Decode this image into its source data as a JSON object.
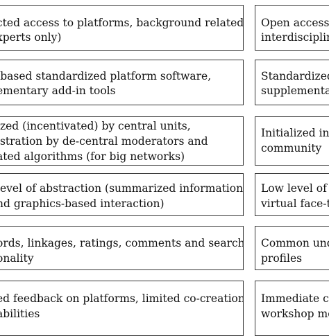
{
  "left_column": [
    {
      "lines": [
        "cted access to platforms, background related",
        "xperts only)"
      ]
    },
    {
      "lines": [
        "-based standardized platform software,",
        "ementary add-in tools"
      ]
    },
    {
      "lines": [
        "ized (incentivated) by central units,",
        "istration by de-central moderators and",
        "ated algorithms (for big networks)"
      ]
    },
    {
      "lines": [
        "level of abstraction (summarized information,",
        "nd graphics-based interaction)"
      ]
    },
    {
      "lines": [
        "ords, linkages, ratings, comments and search",
        "onality"
      ]
    },
    {
      "lines": [
        "ed feedback on platforms, limited co-creation",
        "abilities"
      ]
    }
  ],
  "right_column": [
    {
      "lines": [
        "Open access,",
        "interdisciplin"
      ]
    },
    {
      "lines": [
        "Standardized",
        "supplementar"
      ]
    },
    {
      "lines": [
        "Initialized in",
        "community"
      ]
    },
    {
      "lines": [
        "Low level of",
        "virtual face-to"
      ]
    },
    {
      "lines": [
        "Common und",
        "profiles"
      ]
    },
    {
      "lines": [
        "Immediate co",
        "workshop mo"
      ]
    }
  ]
}
